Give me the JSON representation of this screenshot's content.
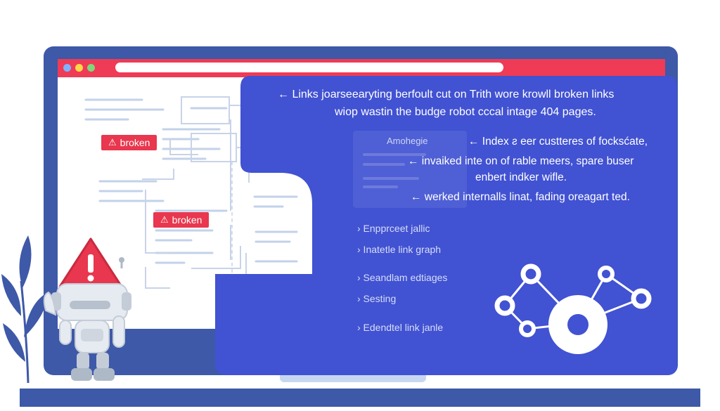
{
  "badges": {
    "broken_1": "broken",
    "broken_2": "broken",
    "warn_glyph": "⚠"
  },
  "panel": {
    "heading_line_1": "← Links joarseearyting berfoult cut on Trith wore krowll broken links",
    "heading_line_2": "wiop wastin the budge robot cccal intage 404 pages.",
    "ghost_card_title": "Amohegie",
    "annotations": [
      "← Index ƨ eer custteres of focksćate,",
      "← invaiked inte on of rable meers, spare buser",
      "enbert indker wifle.",
      "← werked internalls linat, fading oreagart ted."
    ],
    "menu": [
      "› Enpprceet jallic",
      "› Inatetle link graph",
      "› Seandlam edtiages",
      "› Sesting",
      "› Edendtel link janle"
    ]
  },
  "icons": {
    "warning": "warning-triangle-icon",
    "network": "network-graph-icon",
    "robot": "robot-icon",
    "plant": "plant-leaves-icon"
  },
  "colors": {
    "monitor": "#3d59a8",
    "panel": "#4152d2",
    "alert": "#e8374e",
    "browser_bar": "#ef3b55"
  }
}
